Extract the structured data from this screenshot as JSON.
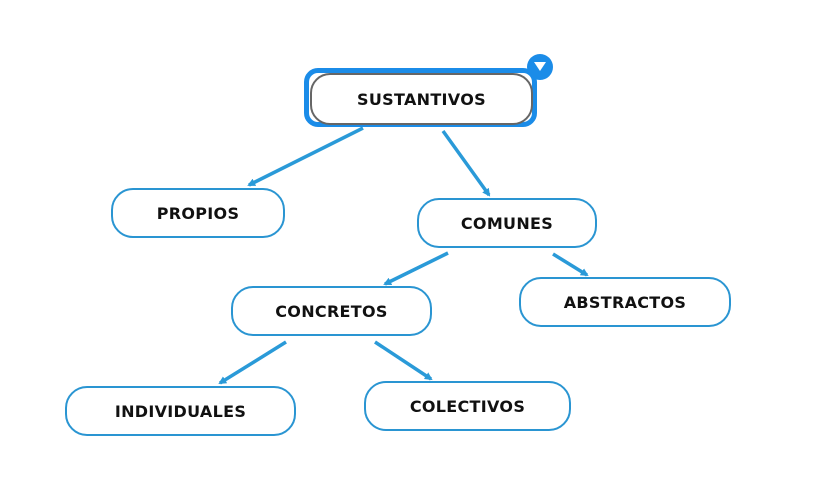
{
  "nodes": {
    "root": "SUSTANTIVOS",
    "propios": "PROPIOS",
    "comunes": "COMUNES",
    "concretos": "CONCRETOS",
    "abstractos": "ABSTRACTOS",
    "individuales": "INDIVIDUALES",
    "colectivos": "COLECTIVOS"
  },
  "colors": {
    "edge": "#2a9ad8",
    "selection": "#1b8ce8"
  }
}
